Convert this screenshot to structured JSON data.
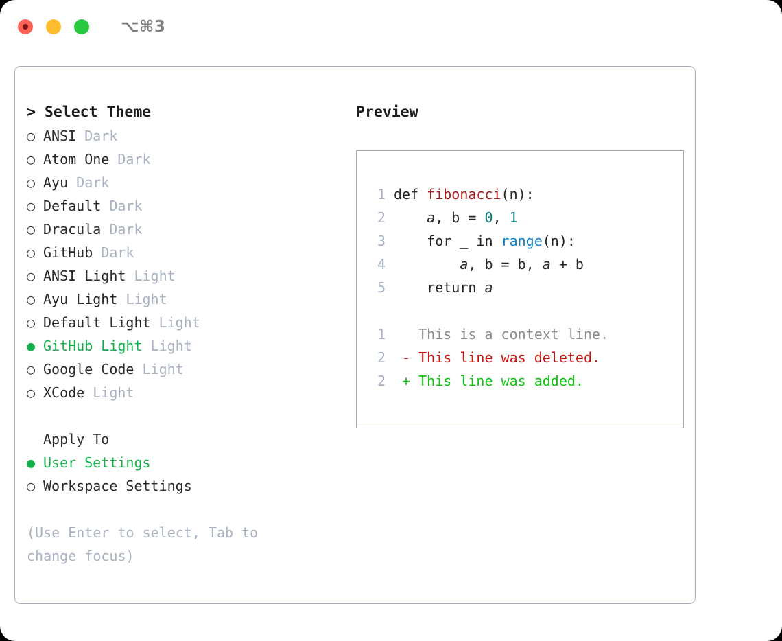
{
  "titlebar": {
    "shortcut": "⌥⌘3",
    "lights": [
      "close",
      "minimize",
      "zoom"
    ]
  },
  "theme_section": {
    "header": "> Select Theme",
    "items": [
      {
        "marker": "○",
        "label": "ANSI",
        "suffix": "Dark",
        "selected": false
      },
      {
        "marker": "○",
        "label": "Atom One",
        "suffix": "Dark",
        "selected": false
      },
      {
        "marker": "○",
        "label": "Ayu",
        "suffix": "Dark",
        "selected": false
      },
      {
        "marker": "○",
        "label": "Default",
        "suffix": "Dark",
        "selected": false
      },
      {
        "marker": "○",
        "label": "Dracula",
        "suffix": "Dark",
        "selected": false
      },
      {
        "marker": "○",
        "label": "GitHub",
        "suffix": "Dark",
        "selected": false
      },
      {
        "marker": "○",
        "label": "ANSI Light",
        "suffix": "Light",
        "selected": false
      },
      {
        "marker": "○",
        "label": "Ayu Light",
        "suffix": "Light",
        "selected": false
      },
      {
        "marker": "○",
        "label": "Default Light",
        "suffix": "Light",
        "selected": false
      },
      {
        "marker": "●",
        "label": "GitHub Light",
        "suffix": "Light",
        "selected": true
      },
      {
        "marker": "○",
        "label": "Google Code",
        "suffix": "Light",
        "selected": false
      },
      {
        "marker": "○",
        "label": "XCode",
        "suffix": "Light",
        "selected": false
      }
    ]
  },
  "apply_section": {
    "header": "Apply To",
    "items": [
      {
        "marker": "●",
        "label": "User Settings",
        "suffix": "",
        "selected": true
      },
      {
        "marker": "○",
        "label": "Workspace Settings",
        "suffix": "",
        "selected": false
      }
    ]
  },
  "hint": "(Use Enter to select, Tab to change focus)",
  "preview": {
    "title": "Preview",
    "code_lines": [
      {
        "no": "1",
        "segments": [
          {
            "t": "def ",
            "c": "plain"
          },
          {
            "t": "fibonacci",
            "c": "fn"
          },
          {
            "t": "(n):",
            "c": "plain"
          }
        ]
      },
      {
        "no": "2",
        "segments": [
          {
            "t": "    ",
            "c": "plain"
          },
          {
            "t": "a",
            "c": "ital"
          },
          {
            "t": ", b = ",
            "c": "plain"
          },
          {
            "t": "0",
            "c": "num"
          },
          {
            "t": ", ",
            "c": "plain"
          },
          {
            "t": "1",
            "c": "num"
          }
        ]
      },
      {
        "no": "3",
        "segments": [
          {
            "t": "    for _ in ",
            "c": "plain"
          },
          {
            "t": "range",
            "c": "call"
          },
          {
            "t": "(n):",
            "c": "plain"
          }
        ]
      },
      {
        "no": "4",
        "segments": [
          {
            "t": "        ",
            "c": "plain"
          },
          {
            "t": "a",
            "c": "ital"
          },
          {
            "t": ", b = b, ",
            "c": "plain"
          },
          {
            "t": "a",
            "c": "ital"
          },
          {
            "t": " + b",
            "c": "plain"
          }
        ]
      },
      {
        "no": "5",
        "segments": [
          {
            "t": "    return ",
            "c": "plain"
          },
          {
            "t": "a",
            "c": "ital"
          }
        ]
      }
    ],
    "diff_lines": [
      {
        "no": "1",
        "sign": "  ",
        "text": "This is a context line.",
        "kind": "ctx"
      },
      {
        "no": "2",
        "sign": "- ",
        "text": "This line was deleted.",
        "kind": "del"
      },
      {
        "no": "2",
        "sign": "+ ",
        "text": "This line was added.",
        "kind": "add"
      }
    ]
  },
  "colors": {
    "accent_green": "#12b04a",
    "muted_blue_gray": "#a8b2c1",
    "border": "#a3adba",
    "diff_delete": "#cc1111",
    "diff_add": "#12c412",
    "fn_red": "#a81a1a",
    "num_teal": "#0f7b7b",
    "call_blue": "#1283c4"
  }
}
